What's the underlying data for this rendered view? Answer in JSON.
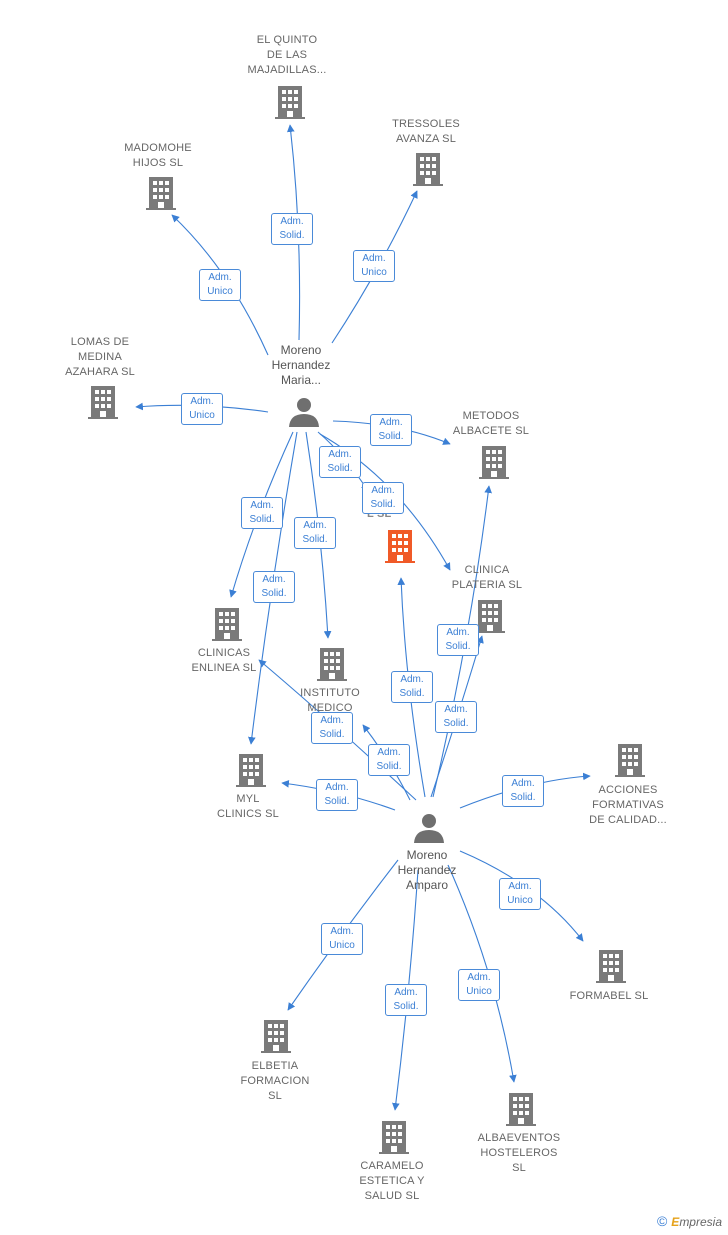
{
  "colors": {
    "edge": "#3b7fd4",
    "building": "#7a7a7a",
    "focus": "#f05a28",
    "person": "#6f6f6f"
  },
  "persons": {
    "maria": {
      "label": "Moreno\nHernandez\nMaria..."
    },
    "amparo": {
      "label": "Moreno\nHernandez\nAmparo"
    }
  },
  "companies": {
    "quinto": "EL QUINTO\nDE LAS\nMAJADILLAS...",
    "tressoles": "TRESSOLES\nAVANZA  SL",
    "madomohe": "MADOMOHE\nHIJOS  SL",
    "lomas": "LOMAS DE\nMEDINA\nAZAHARA SL",
    "metodos": "METODOS\nALBACETE  SL",
    "focus": "A Y\nL  SL",
    "clinica_plateria": "CLINICA\nPLATERIA  SL",
    "clinicas_enlinea": "CLINICAS\nENLINEA  SL",
    "instituto": "INSTITUTO\nMEDICO\nOB...",
    "myl": "MYL\nCLINICS  SL",
    "acciones": "ACCIONES\nFORMATIVAS\nDE CALIDAD...",
    "formabel": "FORMABEL SL",
    "elbetia": "ELBETIA\nFORMACION\nSL",
    "caramelo": "CARAMELO\nESTETICA Y\nSALUD  SL",
    "albaeventos": "ALBAEVENTOS\nHOSTELEROS\nSL"
  },
  "edges": {
    "maria_quinto": "Adm.\nSolid.",
    "maria_tressoles": "Adm.\nUnico",
    "maria_madomohe": "Adm.\nUnico",
    "maria_lomas": "Adm.\nUnico",
    "maria_metodos": "Adm.\nSolid.",
    "maria_focus": "Adm.\nSolid.",
    "maria_clinica_plateria": "Adm.\nSolid.",
    "maria_clinicas_enlinea": "Adm.\nSolid.",
    "maria_instituto": "Adm.\nSolid.",
    "maria_myl": "Adm.\nSolid.",
    "amparo_focus": "Adm.\nSolid.",
    "amparo_clinica_plateria": "Adm.\nSolid.",
    "amparo_metodos": "Adm.\nSolid.",
    "amparo_clinicas_enlinea": "Adm.\nSolid.",
    "amparo_instituto": "Adm.\nSolid.",
    "amparo_myl": "Adm.\nSolid.",
    "amparo_acciones": "Adm.\nSolid.",
    "amparo_formabel": "Adm.\nUnico",
    "amparo_elbetia": "Adm.\nUnico",
    "amparo_caramelo": "Adm.\nSolid.",
    "amparo_albaeventos": "Adm.\nUnico"
  },
  "footer": {
    "copyright": "©",
    "brand_initial": "E",
    "brand_rest": "mpresia"
  }
}
